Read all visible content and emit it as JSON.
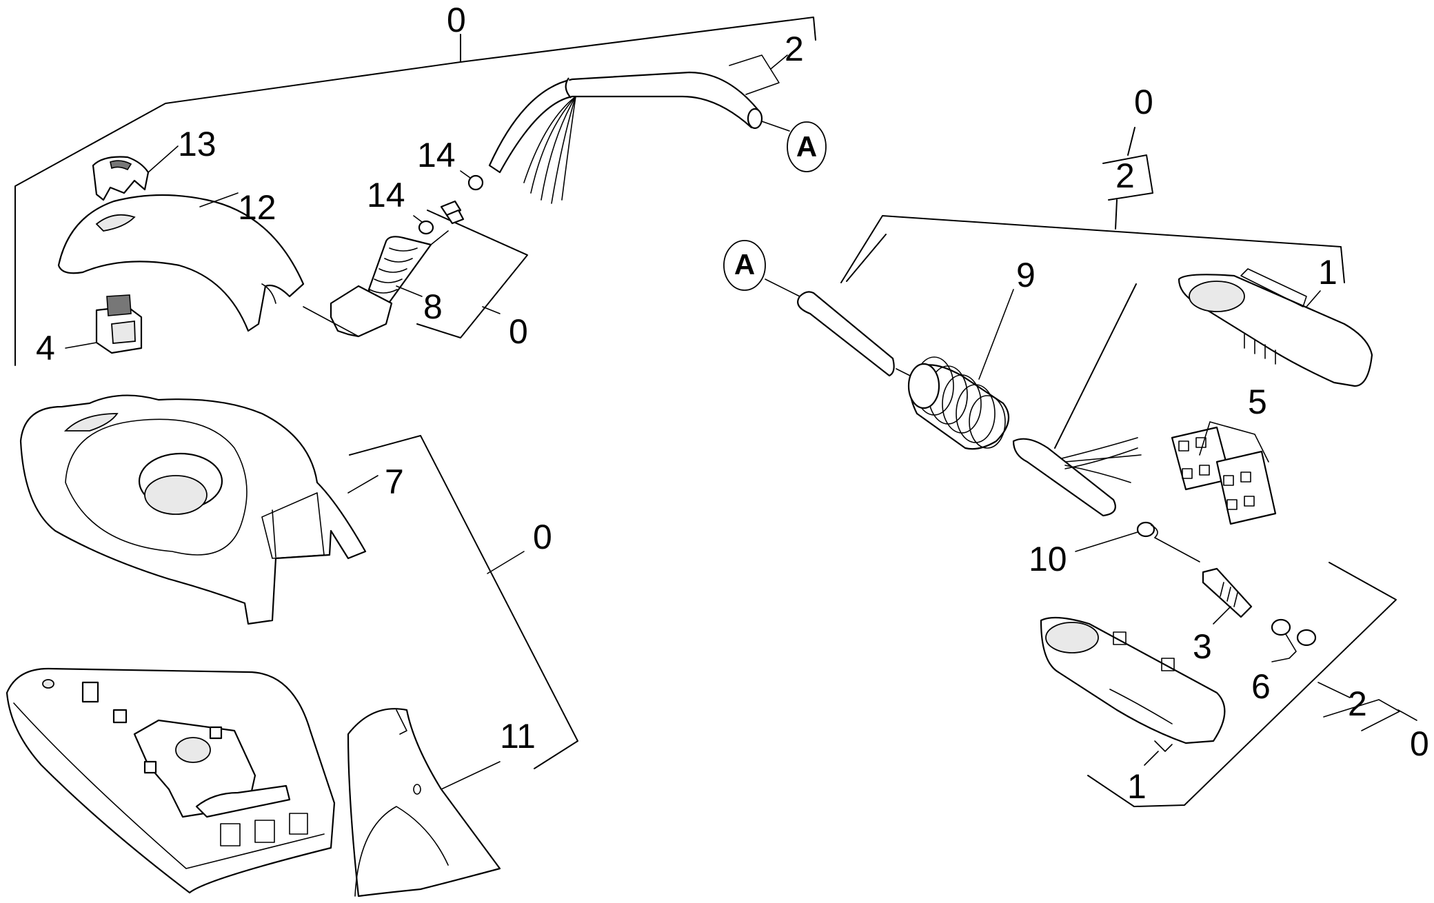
{
  "callouts": {
    "c0_top": "0",
    "c2_top": "2",
    "c13": "13",
    "c12": "12",
    "c14a": "14",
    "c14b": "14",
    "c8": "8",
    "c0_hose": "0",
    "c4": "4",
    "c7": "7",
    "c0_mid": "0",
    "c11": "11",
    "c0_right": "0",
    "c2_right": "2",
    "c1_top": "1",
    "c9": "9",
    "c5": "5",
    "c10": "10",
    "c3": "3",
    "c6": "6",
    "c2_bottom": "2",
    "c0_bottom": "0",
    "c1_bottom": "1"
  },
  "connectors": {
    "a_top": "A",
    "a_right": "A"
  }
}
